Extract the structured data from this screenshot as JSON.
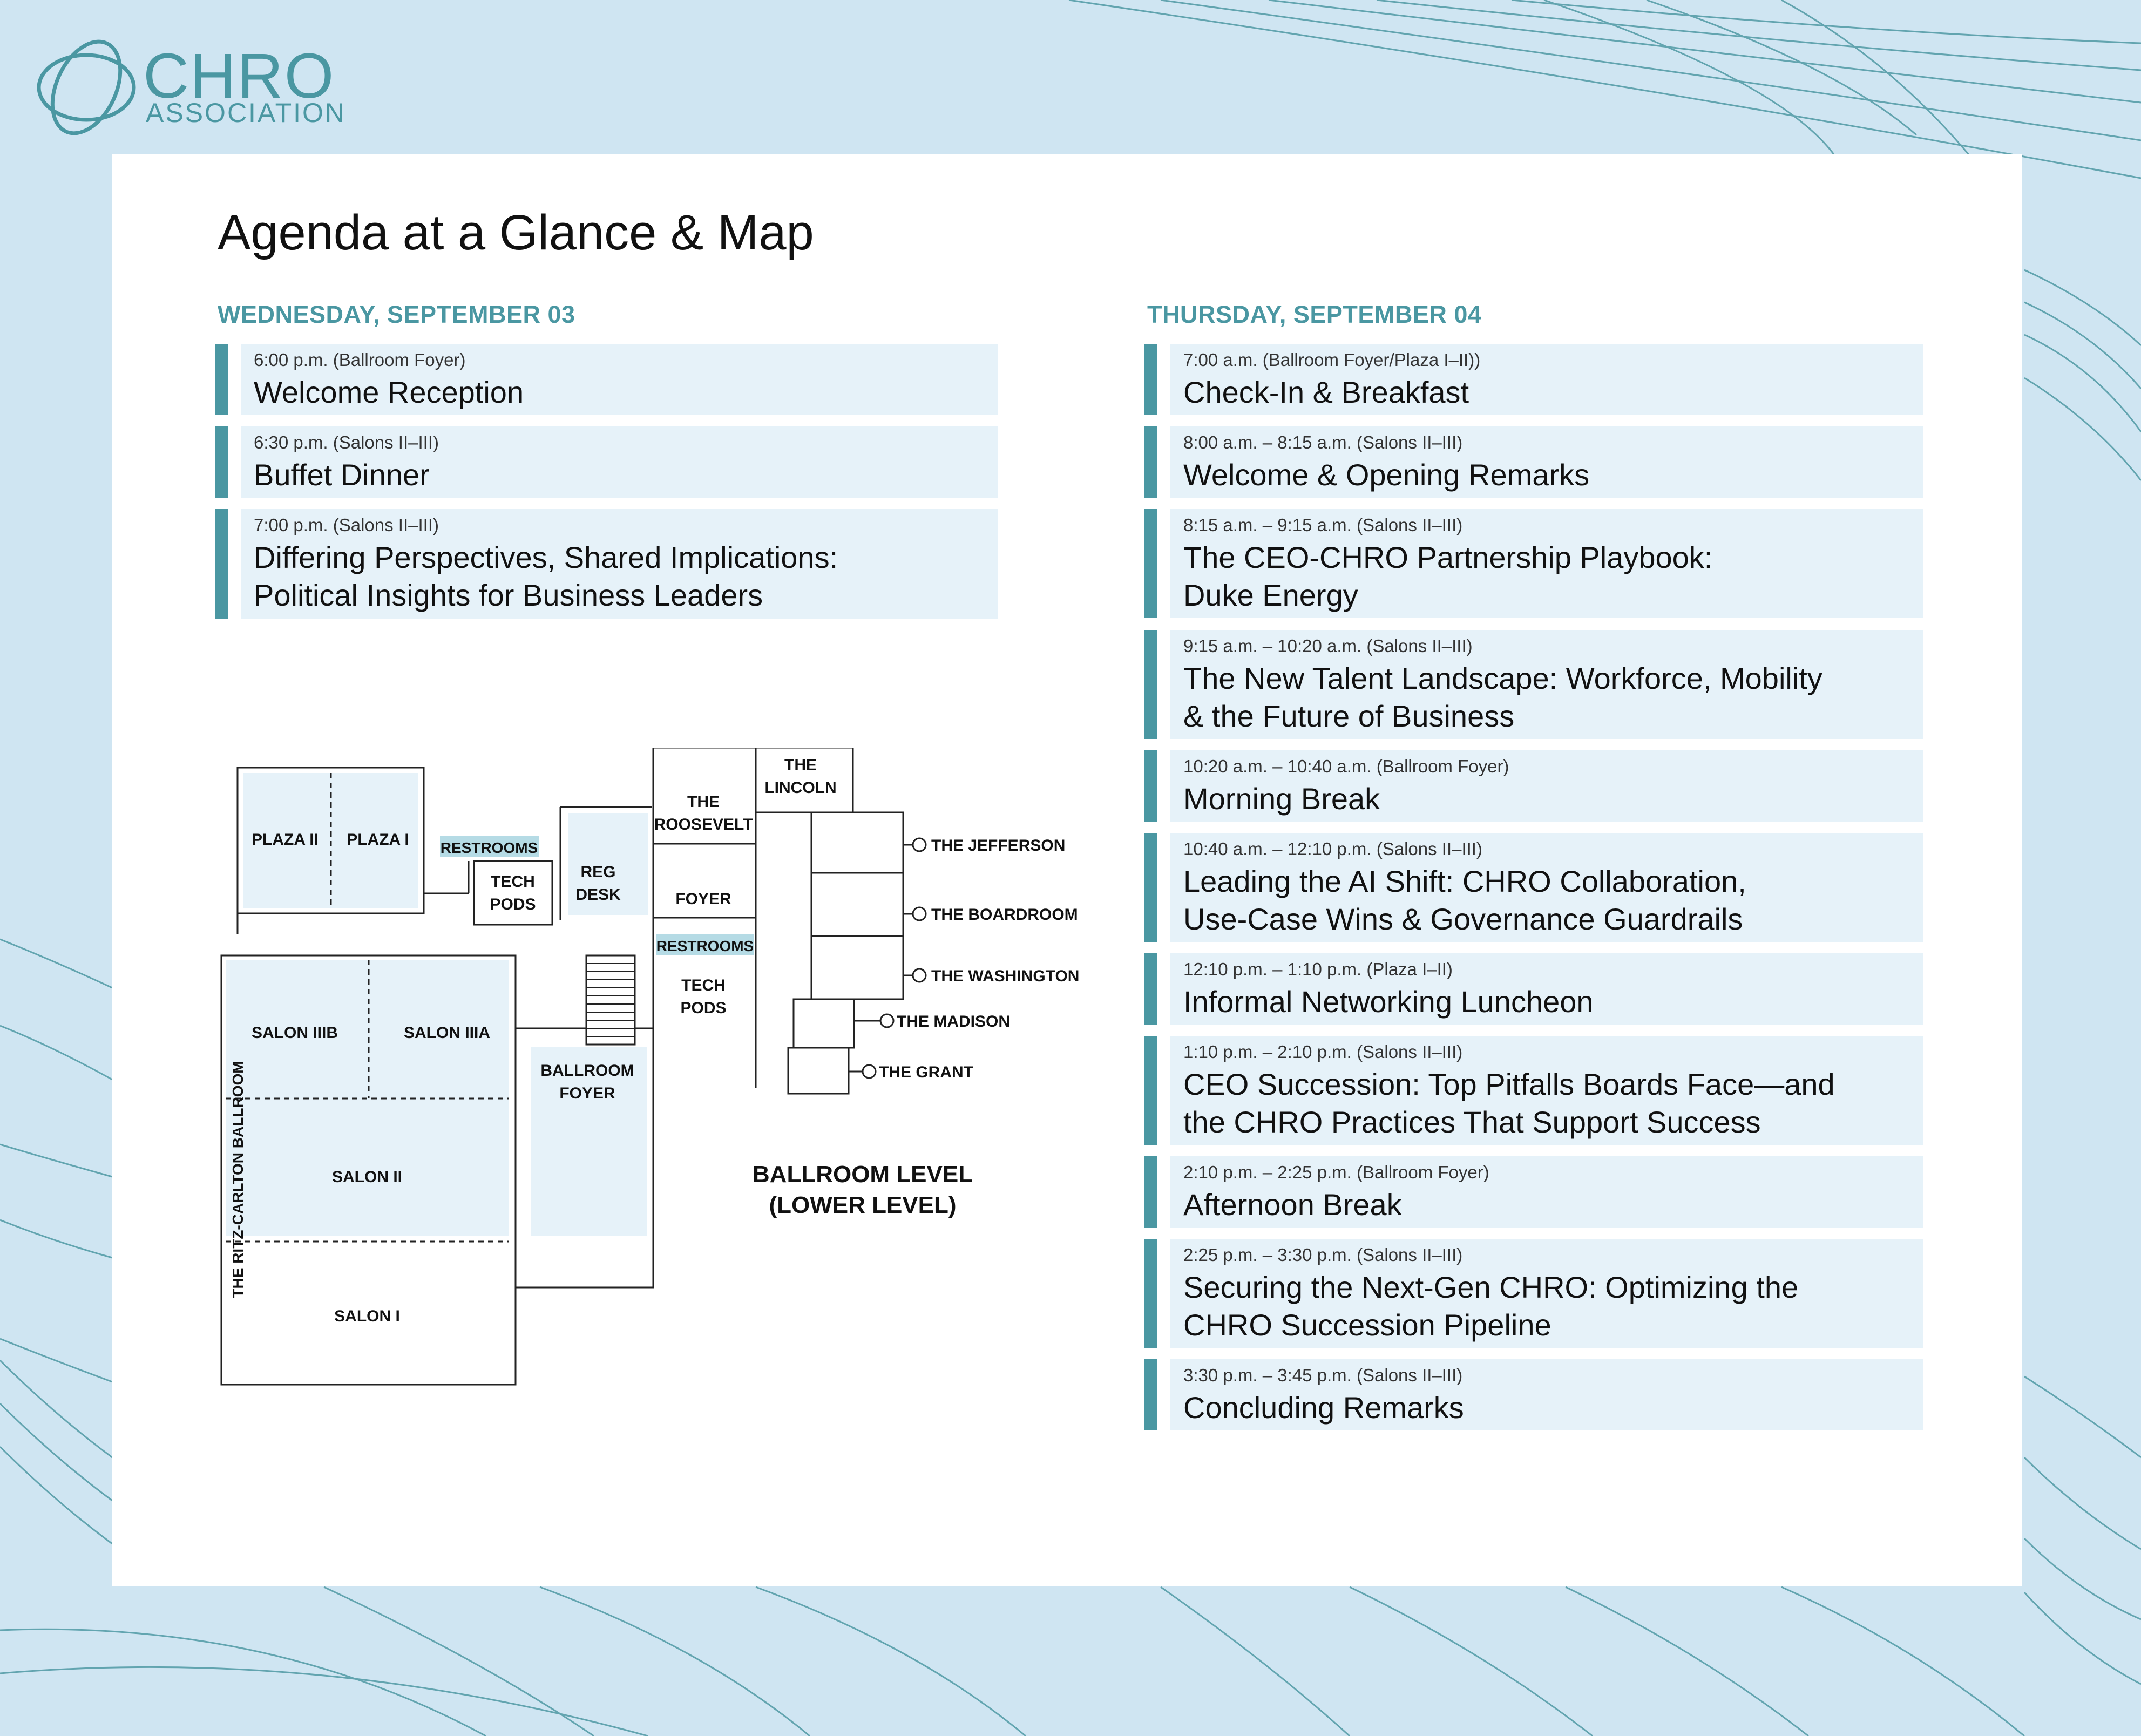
{
  "logo": {
    "main": "CHRO",
    "sub": "ASSOCIATION",
    "brand_color": "#4a97a2"
  },
  "title": "Agenda at a Glance & Map",
  "wednesday": {
    "heading": "WEDNESDAY, SEPTEMBER 03",
    "items": [
      {
        "time": "6:00 p.m. (Ballroom Foyer)",
        "title": [
          "Welcome Reception"
        ]
      },
      {
        "time": "6:30 p.m. (Salons II–III)",
        "title": [
          "Buffet Dinner"
        ]
      },
      {
        "time": "7:00 p.m. (Salons II–III)",
        "title": [
          "Differing Perspectives, Shared Implications:",
          "Political Insights for Business Leaders"
        ]
      }
    ]
  },
  "thursday": {
    "heading": "THURSDAY, SEPTEMBER 04",
    "items": [
      {
        "time": "7:00 a.m. (Ballroom Foyer/Plaza I–II))",
        "title": [
          "Check-In & Breakfast"
        ]
      },
      {
        "time": "8:00 a.m. – 8:15 a.m. (Salons II–III)",
        "title": [
          "Welcome & Opening Remarks"
        ]
      },
      {
        "time": "8:15 a.m. – 9:15 a.m. (Salons II–III)",
        "title": [
          "The CEO-CHRO Partnership Playbook:",
          "Duke Energy"
        ]
      },
      {
        "time": "9:15 a.m. – 10:20 a.m. (Salons II–III)",
        "title": [
          "The New Talent Landscape: Workforce, Mobility",
          "& the Future of Business"
        ]
      },
      {
        "time": "10:20 a.m. – 10:40 a.m. (Ballroom Foyer)",
        "title": [
          "Morning Break"
        ]
      },
      {
        "time": "10:40 a.m. – 12:10 p.m. (Salons II–III)",
        "title": [
          "Leading the AI Shift: CHRO Collaboration,",
          "Use-Case Wins & Governance Guardrails"
        ]
      },
      {
        "time": "12:10 p.m. – 1:10 p.m. (Plaza I–II)",
        "title": [
          "Informal Networking Luncheon"
        ]
      },
      {
        "time": "1:10 p.m. – 2:10 p.m. (Salons II–III)",
        "title": [
          "CEO Succession: Top Pitfalls Boards Face—and",
          "the CHRO Practices That Support Success"
        ]
      },
      {
        "time": "2:10 p.m. – 2:25 p.m. (Ballroom Foyer)",
        "title": [
          "Afternoon Break"
        ]
      },
      {
        "time": "2:25 p.m. – 3:30 p.m. (Salons II–III)",
        "title": [
          "Securing the Next-Gen CHRO: Optimizing the",
          "CHRO Succession Pipeline"
        ]
      },
      {
        "time": "3:30 p.m. – 3:45 p.m. (Salons II–III)",
        "title": [
          "Concluding Remarks"
        ]
      }
    ]
  },
  "map": {
    "plaza_2": "PLAZA II",
    "plaza_1": "PLAZA I",
    "restrooms_1": "RESTROOMS",
    "tech_pods_1": [
      "TECH",
      "PODS"
    ],
    "reg_desk": [
      "REG",
      "DESK"
    ],
    "roosevelt": [
      "THE",
      "ROOSEVELT"
    ],
    "lincoln": [
      "THE",
      "LINCOLN"
    ],
    "foyer": "FOYER",
    "restrooms_2": "RESTROOMS",
    "tech_pods_2": [
      "TECH",
      "PODS"
    ],
    "jefferson": "THE JEFFERSON",
    "boardroom": "THE BOARDROOM",
    "washington": "THE WASHINGTON",
    "madison": "THE MADISON",
    "grant": "THE GRANT",
    "salon_3b": "SALON IIIB",
    "salon_3a": "SALON IIIA",
    "ballroom_foyer": [
      "BALLROOM",
      "FOYER"
    ],
    "salon_2": "SALON II",
    "salon_1": "SALON I",
    "ritz_label": "THE RITZ-CARLTON BALLROOM",
    "level": [
      "BALLROOM LEVEL",
      "(LOWER LEVEL)"
    ],
    "highlight_color": "#e6f2f9",
    "tag_color": "#b5dbe5"
  }
}
